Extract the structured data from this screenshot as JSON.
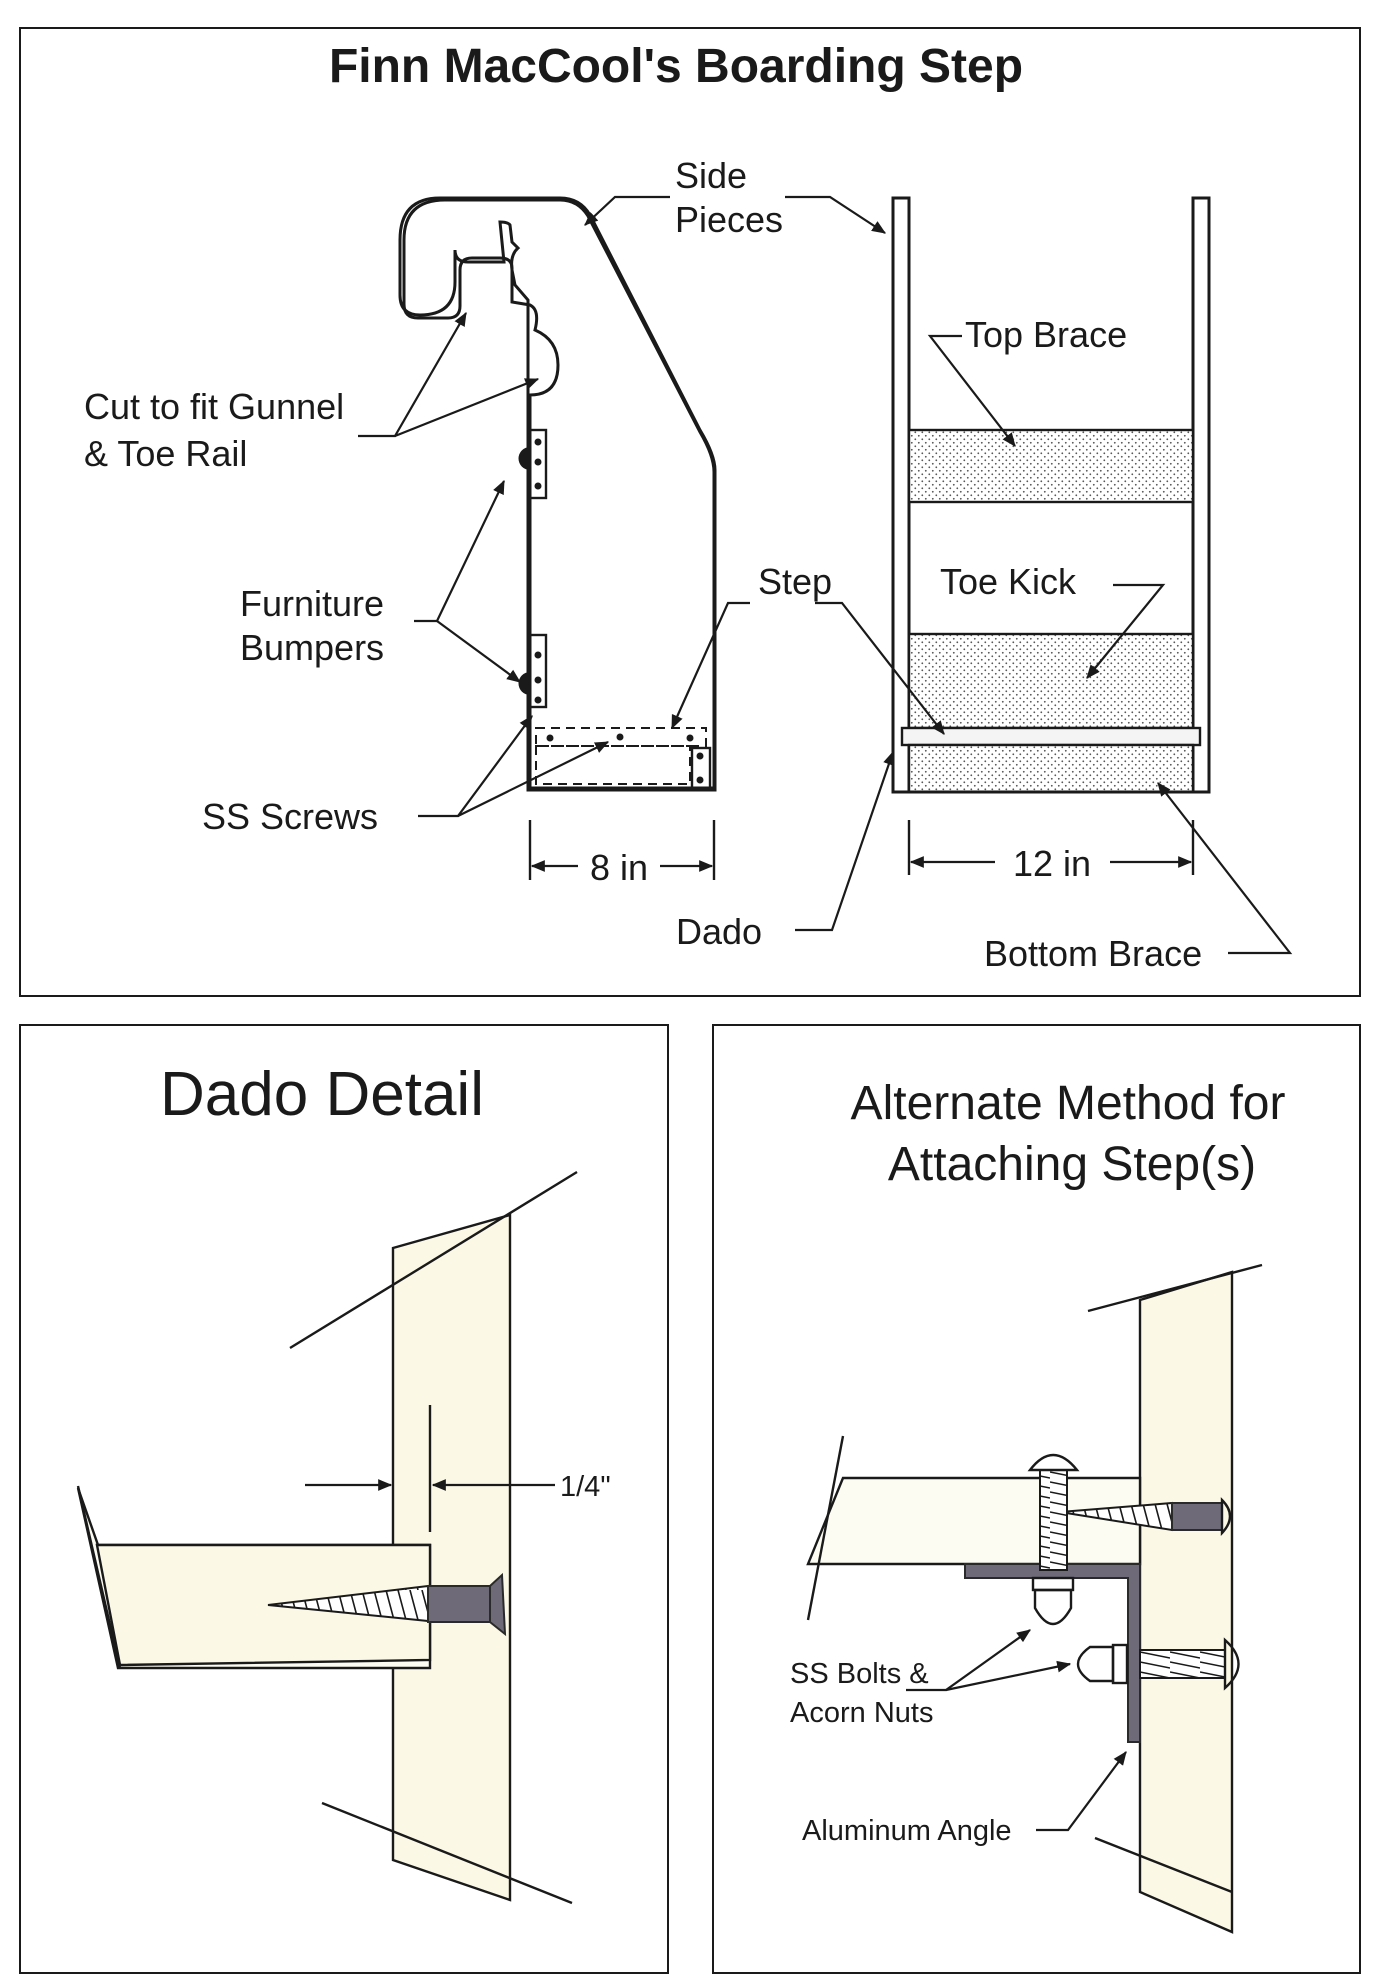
{
  "main_panel": {
    "title": "Finn MacCool's Boarding Step",
    "labels": {
      "side_pieces_1": "Side",
      "side_pieces_2": "Pieces",
      "cut_to_fit_1": "Cut to fit Gunnel",
      "cut_to_fit_2": "& Toe Rail",
      "bumpers_1": "Furniture",
      "bumpers_2": "Bumpers",
      "ss_screws": "SS Screws",
      "step": "Step",
      "top_brace": "Top Brace",
      "toe_kick": "Toe Kick",
      "dado": "Dado",
      "bottom_brace": "Bottom Brace",
      "width_side": "8 in",
      "width_front": "12 in"
    }
  },
  "dado_panel": {
    "title": "Dado Detail",
    "dimension": "1/4\""
  },
  "alternate_panel": {
    "title_1": "Alternate Method for",
    "title_2": "Attaching Step(s)",
    "bolts_1": "SS Bolts &",
    "bolts_2": "Acorn Nuts",
    "angle": "Aluminum Angle"
  },
  "colors": {
    "line": "#1a1a1a",
    "wood_face": "#fbf8e6",
    "aluminum": "#6e6a78"
  }
}
